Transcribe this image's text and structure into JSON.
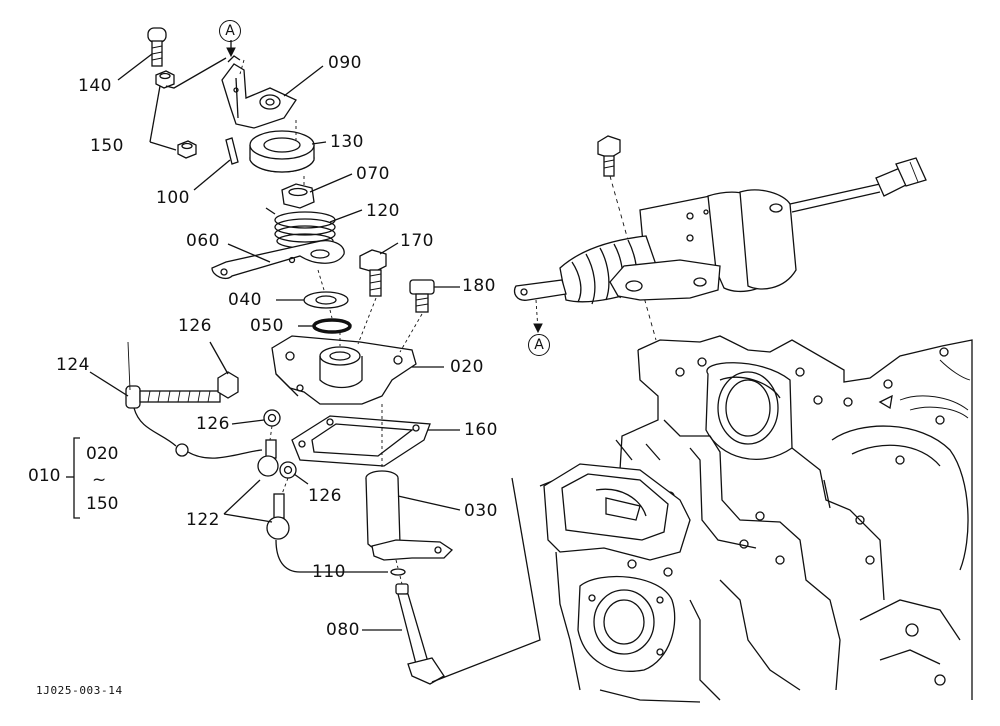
{
  "drawing_number": "1J025-003-14",
  "reference_marks": {
    "upper": "A",
    "lower": "A"
  },
  "group": {
    "label": "010",
    "range_top": "020",
    "range_sep": "~",
    "range_bottom": "150"
  },
  "callouts": {
    "c140": "140",
    "c150": "150",
    "c100": "100",
    "c090": "090",
    "c130": "130",
    "c070": "070",
    "c120": "120",
    "c060": "060",
    "c170": "170",
    "c180": "180",
    "c040": "040",
    "c050": "050",
    "c126a": "126",
    "c124": "124",
    "c020": "020",
    "c126b": "126",
    "c160": "160",
    "c126c": "126",
    "c122": "122",
    "c030": "030",
    "c110": "110",
    "c080": "080"
  }
}
